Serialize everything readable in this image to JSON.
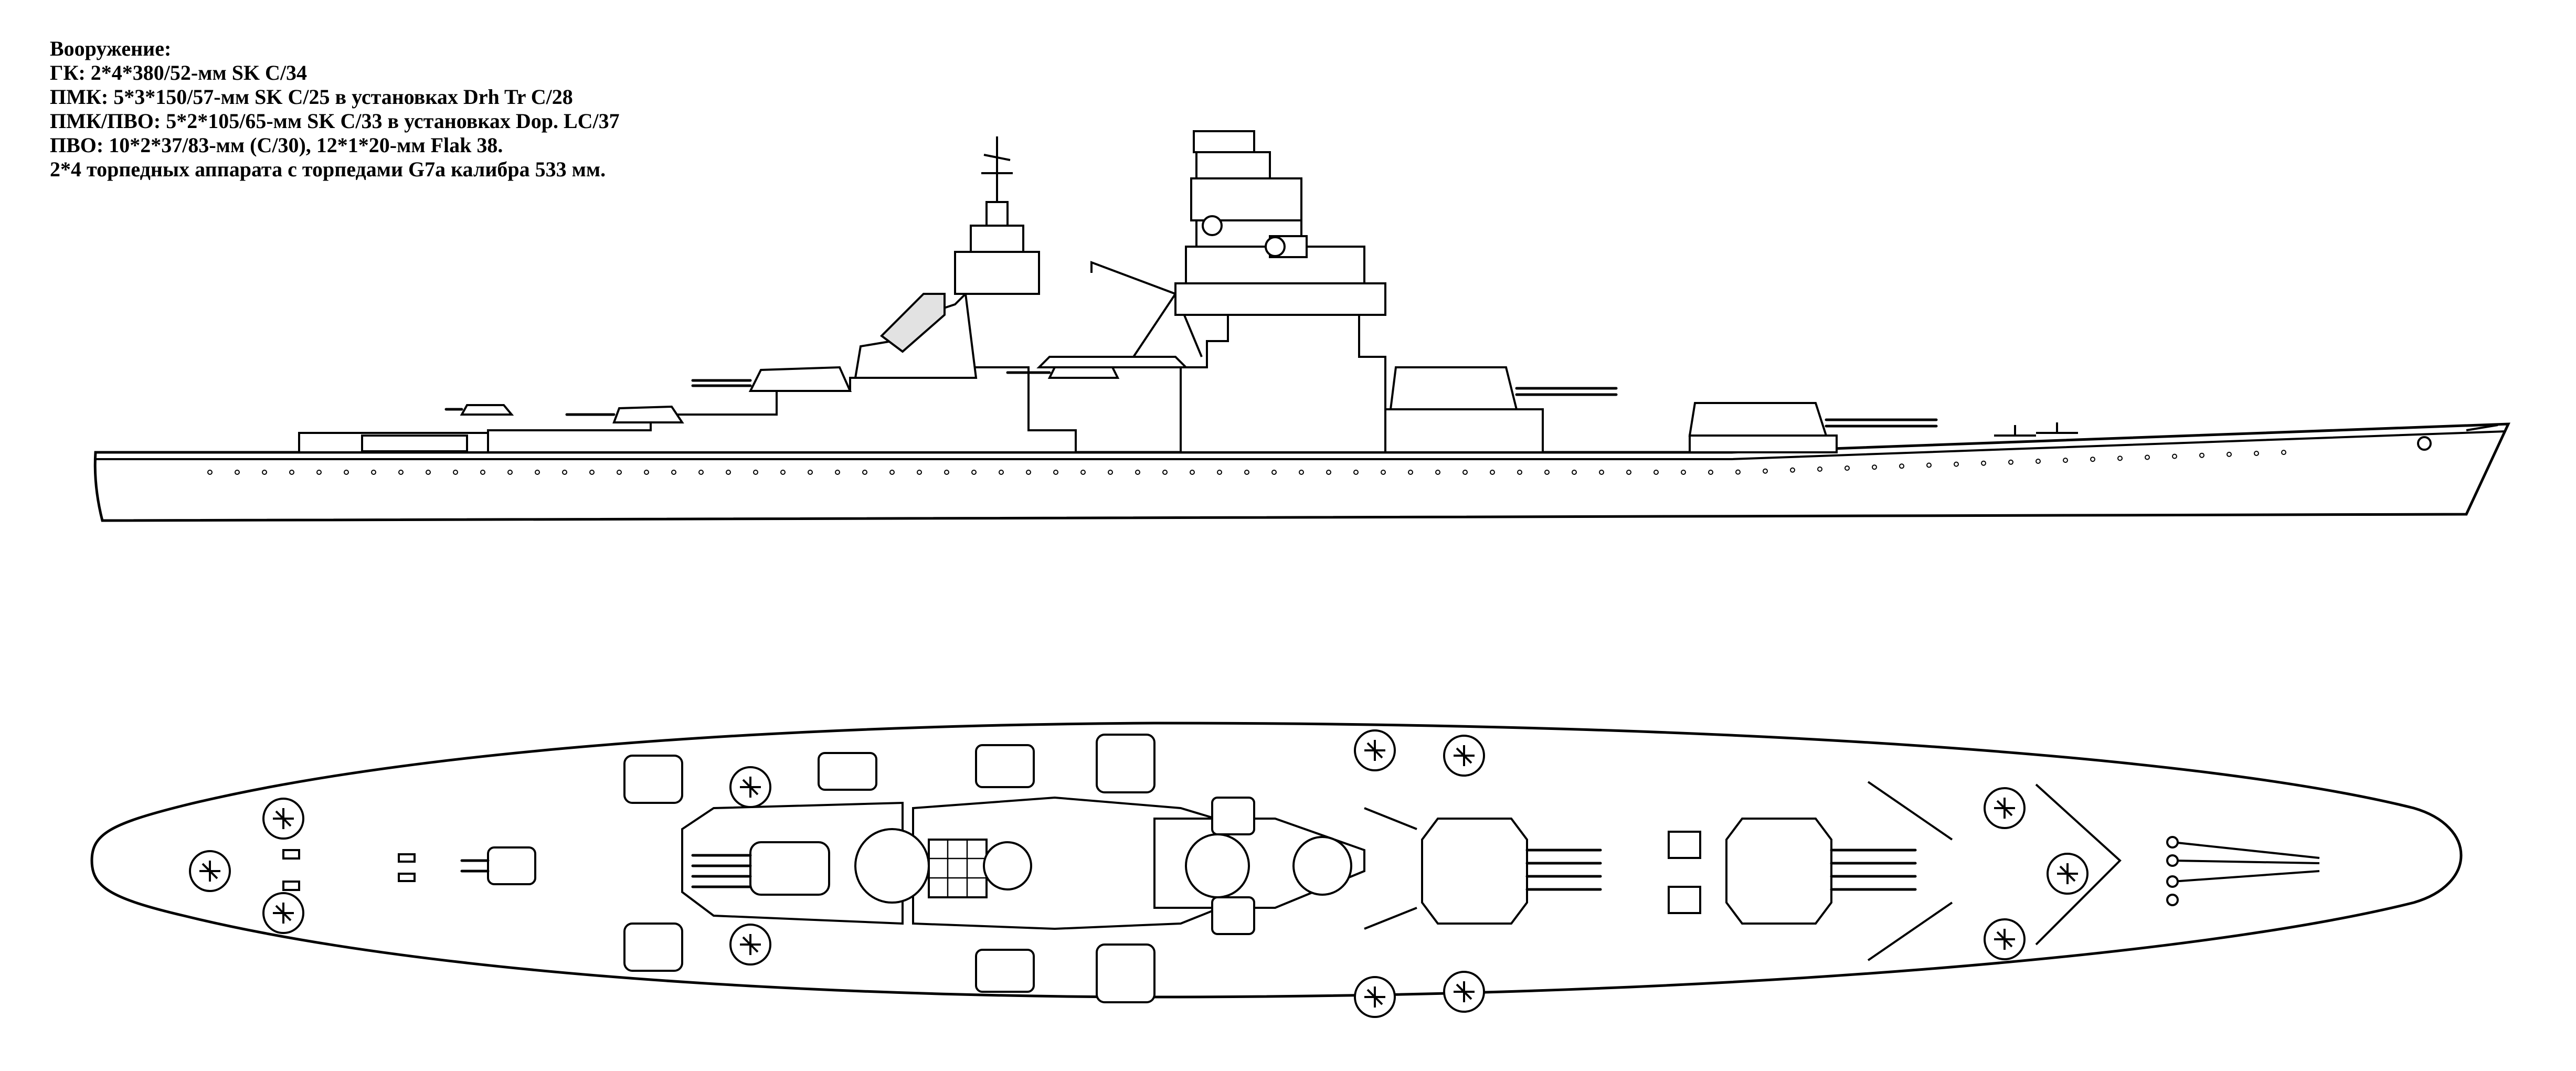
{
  "specs": {
    "heading": "Вооружение:",
    "main_battery": "ГК: 2*4*380/52-мм SK C/34",
    "secondary_battery": "ПМК: 5*3*150/57-мм SK C/25 в установках  Drh Tr C/28",
    "dual_purpose": "ПМК/ПВО: 5*2*105/65-мм SK C/33 в установках Dop. LC/37",
    "anti_aircraft": "ПВО: 10*2*37/83-мм (C/30), 12*1*20-мм Flak 38.",
    "torpedoes": "2*4 торпедных аппарата с торпедами G7a калибра 533 мм."
  },
  "views": {
    "profile": "side-elevation",
    "plan": "deck-plan"
  }
}
